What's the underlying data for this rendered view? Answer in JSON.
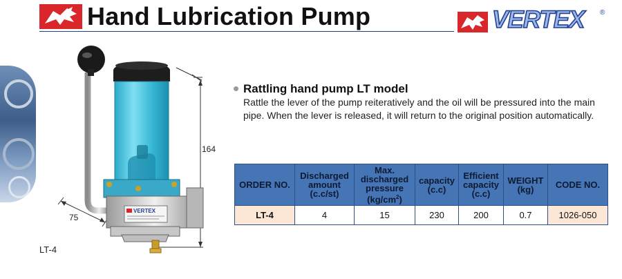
{
  "header": {
    "title": "Hand Lubrication Pump",
    "brand": "VERTEX",
    "brand_mark": "®"
  },
  "figure": {
    "dimension_height": "164",
    "dimension_width": "75",
    "caption": "LT-4",
    "label_plate": "VERTEX"
  },
  "description": {
    "title": "Rattling hand pump LT model",
    "body": "Rattle the lever of the pump reiteratively and the oil will be pressured into the main pipe. When the lever is released, it will return to the original position automatically."
  },
  "table": {
    "headers": {
      "order_no": "ORDER NO.",
      "discharged_1": "Discharged",
      "discharged_2": "amount",
      "discharged_3": "(c.c/st)",
      "max_1": "Max.",
      "max_2": "discharged",
      "max_3": "pressure",
      "max_4a": "(kg/cm",
      "max_4sup": "2",
      "max_4b": ")",
      "capacity_1": "capacity",
      "capacity_2": "(c.c)",
      "efficient_1": "Efficient",
      "efficient_2": "capacity",
      "efficient_3": "(c.c)",
      "weight_1": "WEIGHT",
      "weight_2": "(kg)",
      "code_no": "CODE NO."
    },
    "row": {
      "order_no": "LT-4",
      "discharged": "4",
      "pressure": "15",
      "capacity": "230",
      "efficient": "200",
      "weight": "0.7",
      "code": "1026-050"
    }
  },
  "colors": {
    "header_blue": "#4575b4",
    "brand_red": "#d9262b",
    "brand_navy": "#1f3f95",
    "highlight": "#fce6d6"
  }
}
